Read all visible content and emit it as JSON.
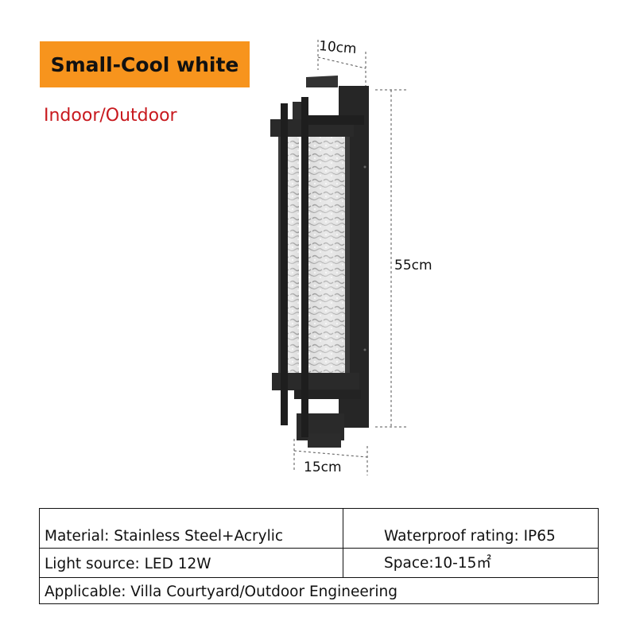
{
  "header": {
    "variant_label": "Small-Cool white",
    "variant_bg_color": "#f7941d",
    "usage_label": "Indoor/Outdoor",
    "usage_color": "#c8191e"
  },
  "product_image": {
    "subject": "black wall lamp with textured acrylic panels",
    "dimensions": {
      "depth": "10cm",
      "height": "55cm",
      "width": "15cm"
    }
  },
  "specs": {
    "material": "Material: Stainless Steel+Acrylic",
    "waterproof": "Waterproof rating: IP65",
    "light_source": "Light source: LED 12W",
    "space": "Space:10-15㎡",
    "applicable": "Applicable: Villa Courtyard/Outdoor Engineering"
  }
}
